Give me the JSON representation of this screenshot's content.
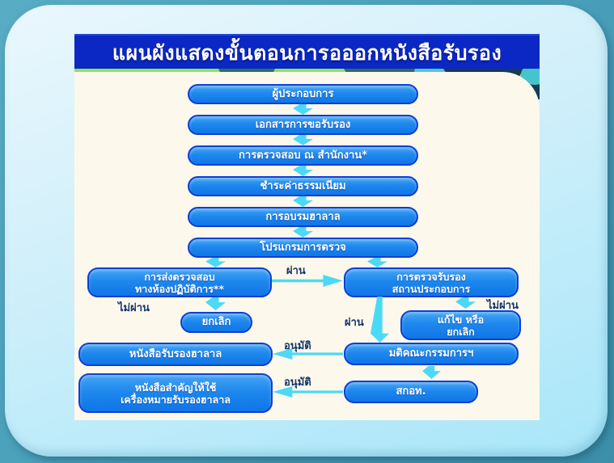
{
  "slide": {
    "title": "แผนผังแสดงขั้นตอนการอออกหนังสือรับรอง"
  },
  "flow": {
    "steps": [
      "ผู้ประกอบการ",
      "เอกสารการขอรับรอง",
      "การตรวจสอบ ณ สำนักงาน*",
      "ชำระค่าธรรมเนียม",
      "การอบรมฮาลาล",
      "โปรแกรมการตรวจ"
    ],
    "lab": {
      "line1": "การส่งตรวจสอบ",
      "line2": "ทางห้องปฏิบัติการ**"
    },
    "premises": {
      "line1": "การตรวจรับรอง",
      "line2": "สถานประกอบการ"
    },
    "cancel": "ยกเลิก",
    "fix": {
      "line1": "แก้ไข หรือ",
      "line2": "ยกเลิก"
    },
    "committee": "มติคณะกรรมการฯ",
    "halal_certificate": "หนังสือรับรองฮาลาล",
    "skot": "สกอท.",
    "mark_certificate": {
      "line1": "หนังสือสำคัญให้ใช้",
      "line2": "เครื่องหมายรับรองฮาลาล"
    }
  },
  "labels": {
    "pass": "ผ่าน",
    "fail": "ไม่ผ่าน",
    "approve": "อนุมัติ"
  },
  "colors": {
    "title_bar": "#0b28c4",
    "box_fill": "#1e88ee",
    "box_border": "#0e3ed6",
    "arrow": "#4cd9f6",
    "panel_cream": "#fdf8ec",
    "accent_green": "#8ce25e",
    "frame_light_blue": "#a8e6f9",
    "frame_teal": "#4aa0ba",
    "label_text": "#14356b"
  }
}
